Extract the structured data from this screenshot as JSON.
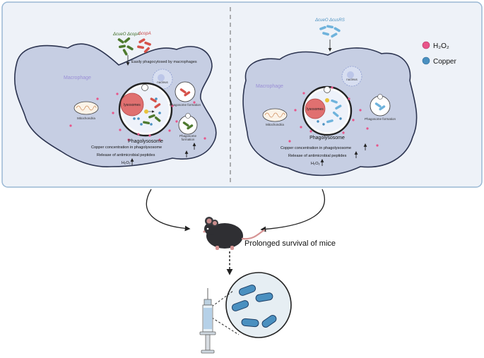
{
  "left_panel": {
    "strain_1": "ΔcueO ΔcopA",
    "strain_2": "ΔcopA",
    "uptake_note": "Easily phagocytosed by macrophages",
    "cell_label": "Macrophage",
    "nucleus_label": "nucleus",
    "lysosome_label": "lysosomes",
    "phagosome_label": "Phagosome formation",
    "phagosome_label_2a": "Phagosome",
    "phagosome_label_2b": "formation",
    "mito_label": "Mitochondria",
    "phagolysosome_label": "Phagolysosome",
    "effect_1": "Copper concentration in phagolysosome",
    "effect_2": "Release of antimicrobial peptides",
    "effect_3": "H₂O₂"
  },
  "right_panel": {
    "strain": "ΔcueO ΔcusRS",
    "cell_label": "Macrophage",
    "nucleus_label": "nucleus",
    "lysosome_label": "lysosomes",
    "phagosome_label": "Phagosome formation",
    "mito_label": "Mitochondria",
    "phagolysosome_label": "Phagolysosome",
    "effect_1": "Copper concentration in  phagolysosome",
    "effect_2": "Release of antimicrobial peptides",
    "effect_3": "H₂O₂"
  },
  "legend": {
    "h2o2": "H₂O₂",
    "copper": "Copper",
    "h2o2_color": "#e8558a",
    "copper_color": "#4a90c0"
  },
  "outcome": "Prolonged survival of mice",
  "colors": {
    "panel_bg": "#eef2f8",
    "panel_border": "#9ab8d4",
    "cell_fill": "#c6cee3",
    "cell_stroke": "#2c3450",
    "lysosome": "#e07070",
    "bacteria_green": "#4e7a2e",
    "bacteria_red": "#d6524a",
    "bacteria_blue": "#6fb3dc"
  },
  "icons": [
    "mouse-icon",
    "syringe-icon",
    "bacteria-icon",
    "mitochondria-icon",
    "arrow-up-icon"
  ]
}
